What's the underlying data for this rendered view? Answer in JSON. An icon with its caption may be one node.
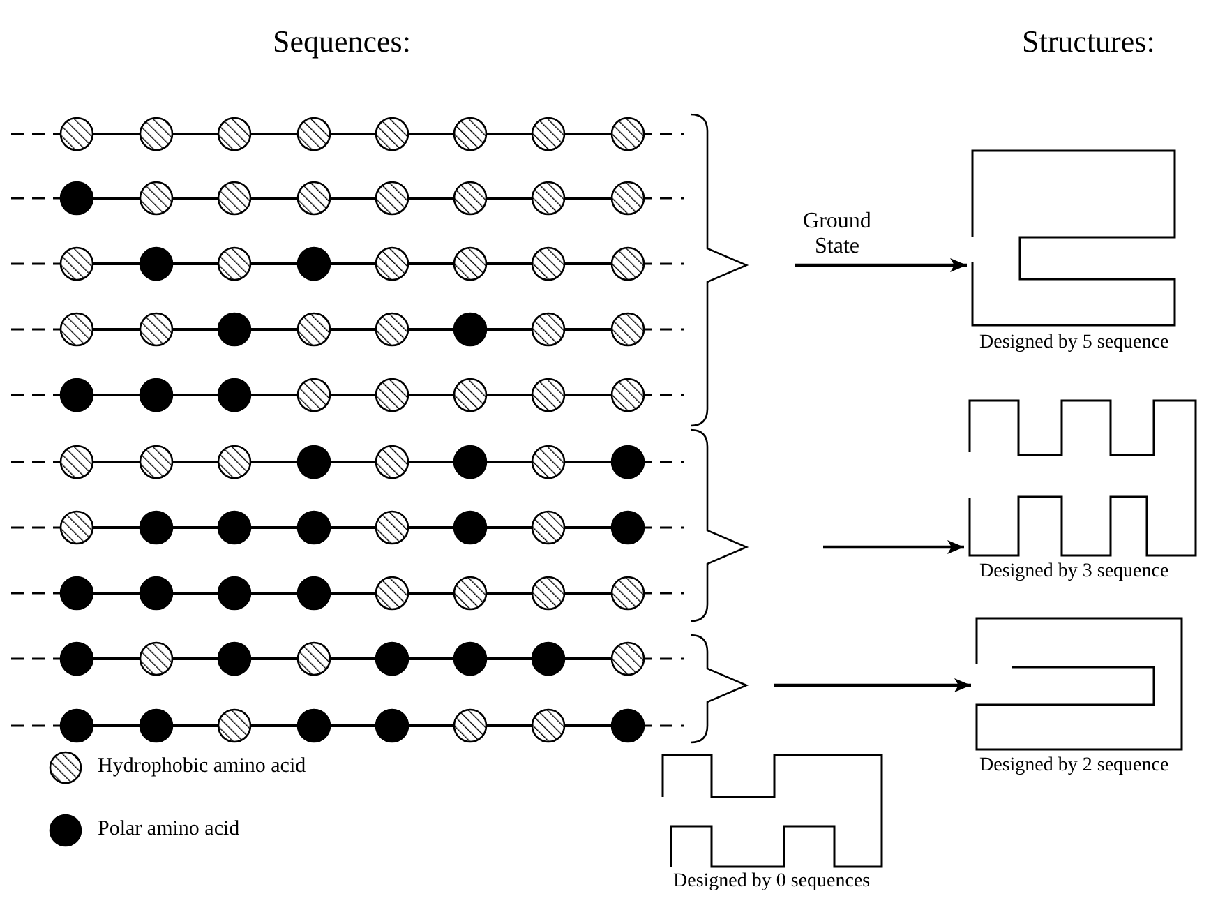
{
  "diagram": {
    "nodes": [
      {
        "text": [],
        "shape": "picture"
      },
      {
        "text": [],
        "shape": "picture"
      },
      {
        "text": [],
        "shape": "picture"
      },
      {
        "text": [],
        "shape": "picture"
      },
      {
        "text": [],
        "shape": "picture"
      },
      {
        "text": [],
        "shape": "picture"
      },
      {
        "text": [],
        "shape": "picture"
      },
      {
        "text": [],
        "shape": "picture"
      },
      {
        "text": [],
        "shape": "picture"
      },
      {
        "text": [],
        "shape": "picture"
      },
      {
        "text": [],
        "shape": "picture",
        "beside": [
          "Designed by 5 sequence"
        ]
      },
      {
        "text": [],
        "shape": "picture",
        "beside": [
          "Designed by 3 sequence"
        ]
      },
      {
        "text": [],
        "shape": "picture",
        "beside": [
          "Designed by 2 sequence"
        ]
      },
      {
        "text": [],
        "shape": "picture",
        "beside": [
          "Designed by 0 sequences"
        ]
      }
    ],
    "edges": [
      {
        "from": null,
        "to": 10,
        "arrow": "to",
        "label": "Ground State"
      },
      {
        "from": null,
        "to": 11,
        "arrow": "to"
      },
      {
        "from": null,
        "to": 12,
        "arrow": "to"
      }
    ],
    "labels": [
      "Sequences:",
      "Structures:"
    ],
    "legend": [
      {
        "text": "Hydrophobic amino acid"
      },
      {
        "text": "Polar amino acid",
        "color": "#000000"
      }
    ]
  }
}
